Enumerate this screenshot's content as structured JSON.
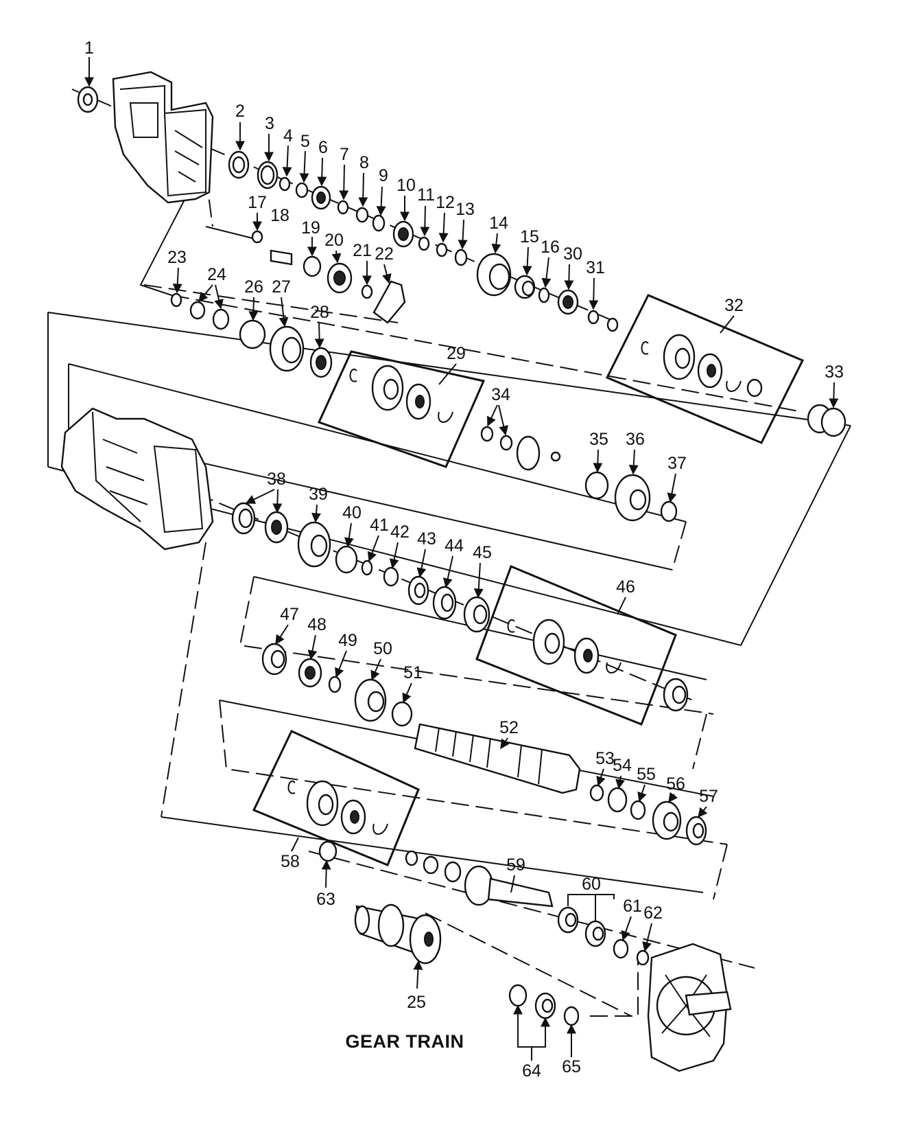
{
  "diagram": {
    "caption": "GEAR TRAIN",
    "callouts": [
      "1",
      "2",
      "3",
      "4",
      "5",
      "6",
      "7",
      "8",
      "9",
      "10",
      "11",
      "12",
      "13",
      "14",
      "15",
      "16",
      "17",
      "18",
      "19",
      "20",
      "21",
      "22",
      "23",
      "24",
      "25",
      "26",
      "27",
      "28",
      "29",
      "30",
      "31",
      "32",
      "33",
      "34",
      "35",
      "36",
      "37",
      "38",
      "39",
      "40",
      "41",
      "42",
      "43",
      "44",
      "45",
      "46",
      "47",
      "48",
      "49",
      "50",
      "51",
      "52",
      "53",
      "54",
      "55",
      "56",
      "57",
      "58",
      "59",
      "60",
      "61",
      "62",
      "63",
      "64",
      "65"
    ]
  }
}
